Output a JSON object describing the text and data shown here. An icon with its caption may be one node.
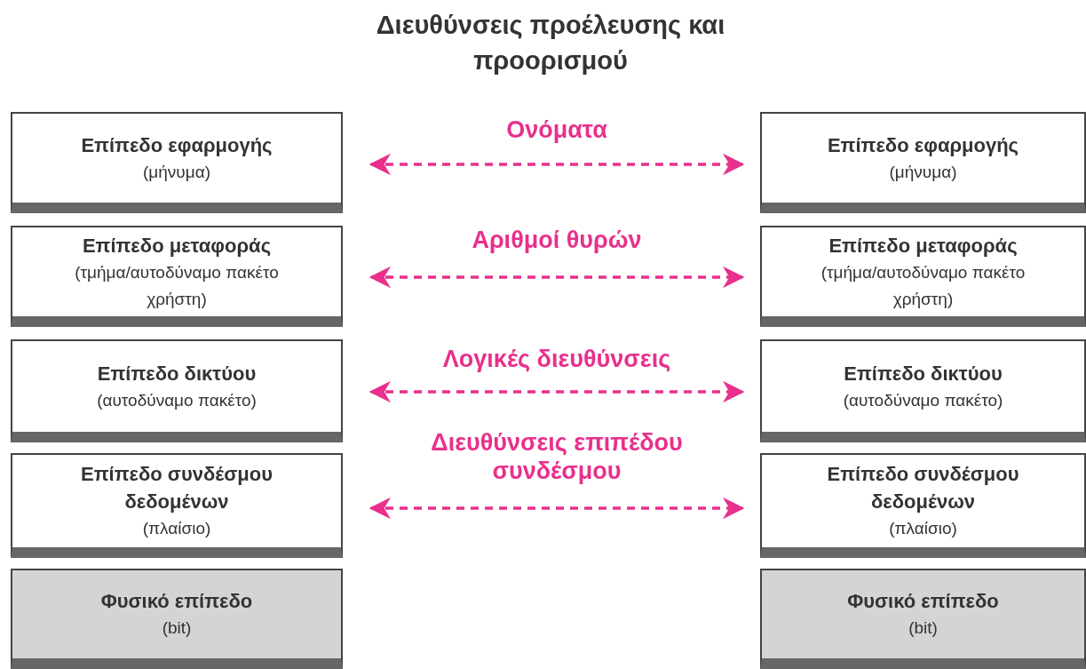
{
  "diagram": {
    "title": "Διευθύνσεις προέλευσης και προορισμού",
    "nodes": [
      {
        "text": [
          "Επίπεδο εφαρμογής",
          "(μήνυμα)"
        ]
      },
      {
        "text": [
          "Επίπεδο εφαρμογής",
          "(μήνυμα)"
        ]
      },
      {
        "text": [
          "Επίπεδο μεταφοράς",
          "(τμήμα/αυτοδύναμο πακέτο χρήστη)"
        ]
      },
      {
        "text": [
          "Επίπεδο μεταφοράς",
          "(τμήμα/αυτοδύναμο πακέτο χρήστη)"
        ]
      },
      {
        "text": [
          "Επίπεδο δικτύου",
          "(αυτοδύναμο πακέτο)"
        ]
      },
      {
        "text": [
          "Επίπεδο δικτύου",
          "(αυτοδύναμο πακέτο)"
        ]
      },
      {
        "text": [
          "Επίπεδο συνδέσμου δεδομένων",
          "(πλαίσιο)"
        ]
      },
      {
        "text": [
          "Επίπεδο συνδέσμου δεδομένων",
          "(πλαίσιο)"
        ]
      },
      {
        "text": [
          "Φυσικό επίπεδο",
          "(bit)"
        ]
      },
      {
        "text": [
          "Φυσικό επίπεδο",
          "(bit)"
        ]
      }
    ],
    "edges": [
      {
        "from": 0,
        "to": 1,
        "arrow": "both",
        "label": "Ονόματα",
        "style": "dashed"
      },
      {
        "from": 2,
        "to": 3,
        "arrow": "both",
        "label": "Αριθμοί θυρών",
        "style": "dashed"
      },
      {
        "from": 4,
        "to": 5,
        "arrow": "both",
        "label": "Λογικές διευθύνσεις",
        "style": "dashed"
      },
      {
        "from": 6,
        "to": 7,
        "arrow": "both",
        "label": "Διευθύνσεις επιπέδου συνδέσμου",
        "style": "dashed"
      }
    ]
  }
}
